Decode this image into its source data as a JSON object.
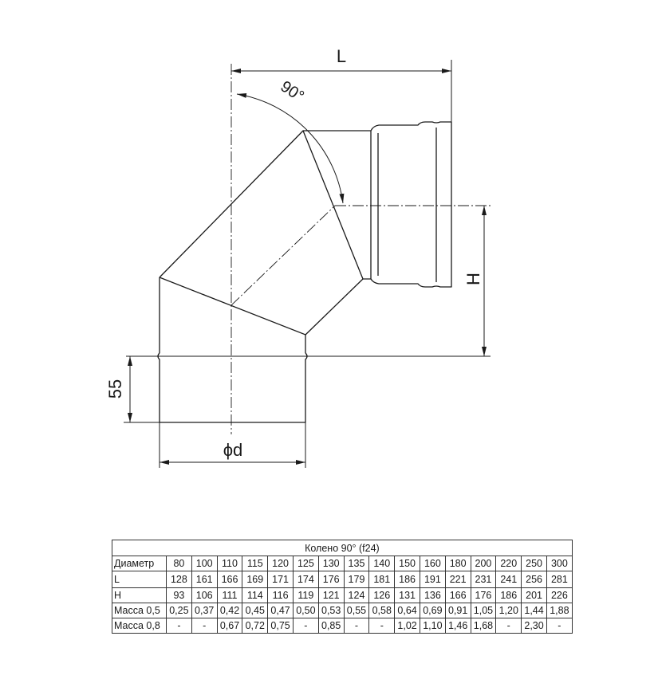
{
  "drawing": {
    "dim_length": "L",
    "dim_height": "H",
    "dim_angle": "90°",
    "dim_socket": "55",
    "dim_diameter": "ϕd"
  },
  "table": {
    "caption": "Колено 90° (f24)",
    "header_label": "Диаметр",
    "diameters": [
      "80",
      "100",
      "110",
      "115",
      "120",
      "125",
      "130",
      "135",
      "140",
      "150",
      "160",
      "180",
      "200",
      "220",
      "250",
      "300"
    ],
    "rows": [
      {
        "label": "L",
        "values": [
          "128",
          "161",
          "166",
          "169",
          "171",
          "174",
          "176",
          "179",
          "181",
          "186",
          "191",
          "221",
          "231",
          "241",
          "256",
          "281"
        ]
      },
      {
        "label": "H",
        "values": [
          "93",
          "106",
          "111",
          "114",
          "116",
          "119",
          "121",
          "124",
          "126",
          "131",
          "136",
          "166",
          "176",
          "186",
          "201",
          "226"
        ]
      },
      {
        "label": "Масса 0,5",
        "values": [
          "0,25",
          "0,37",
          "0,42",
          "0,45",
          "0,47",
          "0,50",
          "0,53",
          "0,55",
          "0,58",
          "0,64",
          "0,69",
          "0,91",
          "1,05",
          "1,20",
          "1,44",
          "1,88"
        ]
      },
      {
        "label": "Масса 0,8",
        "values": [
          "-",
          "-",
          "0,67",
          "0,72",
          "0,75",
          "-",
          "0,85",
          "-",
          "-",
          "1,02",
          "1,10",
          "1,46",
          "1,68",
          "-",
          "2,30",
          "-"
        ]
      }
    ]
  }
}
